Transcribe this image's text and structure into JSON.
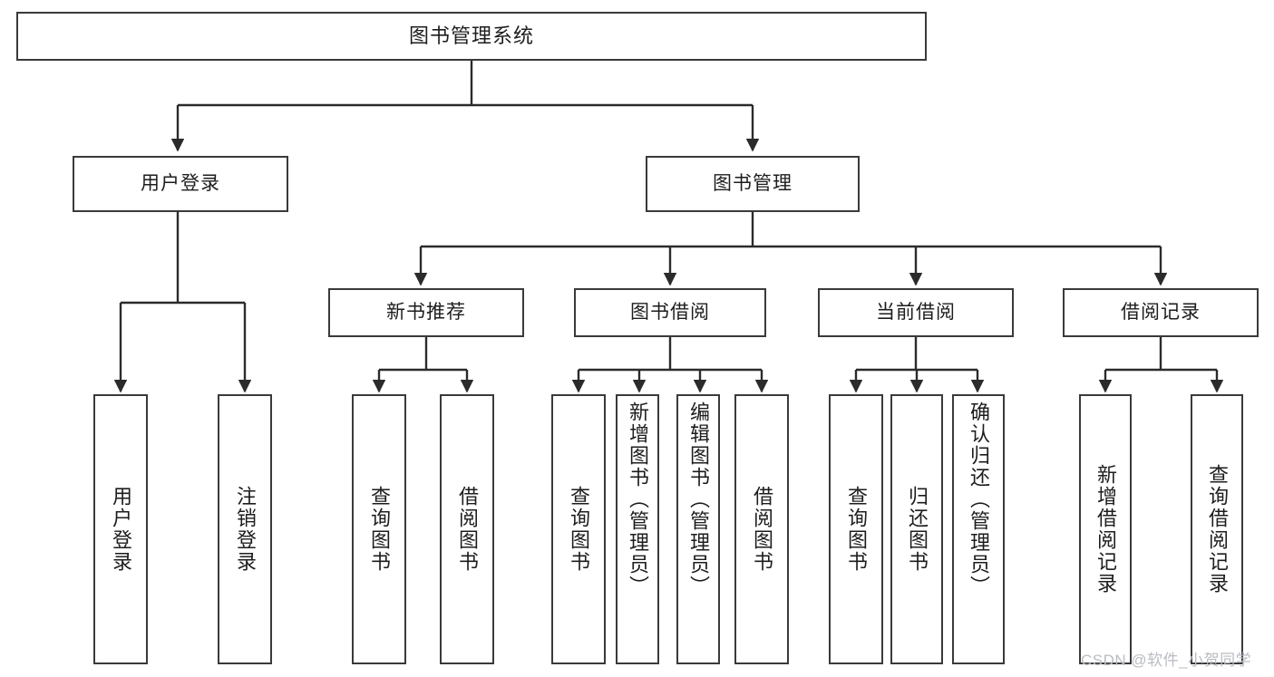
{
  "diagram": {
    "type": "tree",
    "title": "图书管理系统",
    "colors": {
      "background": "#ffffff",
      "box_border": "#3a3a3a",
      "box_fill": "#ffffff",
      "text": "#1d1d1d",
      "edge": "#2b2b2b",
      "watermark": "#b9bcc2"
    },
    "nodes": {
      "root": {
        "label": "图书管理系统"
      },
      "level2": [
        {
          "id": "user-login",
          "label": "用户登录"
        },
        {
          "id": "book-manage",
          "label": "图书管理"
        }
      ],
      "level3": [
        {
          "id": "new-book-recommend",
          "label": "新书推荐"
        },
        {
          "id": "book-borrow",
          "label": "图书借阅"
        },
        {
          "id": "current-borrow",
          "label": "当前借阅"
        },
        {
          "id": "borrow-record",
          "label": "借阅记录"
        }
      ],
      "leaves": {
        "user-login": [
          {
            "id": "leaf-user-login",
            "label": "用户登录"
          },
          {
            "id": "leaf-logout-login",
            "label": "注销登录"
          }
        ],
        "new-book-recommend": [
          {
            "id": "leaf-query-book-1",
            "label": "查询图书"
          },
          {
            "id": "leaf-borrow-book-1",
            "label": "借阅图书"
          }
        ],
        "book-borrow": [
          {
            "id": "leaf-query-book-2",
            "label": "查询图书"
          },
          {
            "id": "leaf-add-book",
            "label": "新增图书（管理员）"
          },
          {
            "id": "leaf-edit-book",
            "label": "编辑图书（管理员）"
          },
          {
            "id": "leaf-borrow-book-2",
            "label": "借阅图书"
          }
        ],
        "current-borrow": [
          {
            "id": "leaf-query-book-3",
            "label": "查询图书"
          },
          {
            "id": "leaf-return-book",
            "label": "归还图书"
          },
          {
            "id": "leaf-confirm-return",
            "label": "确认归还（管理员）"
          }
        ],
        "borrow-record": [
          {
            "id": "leaf-add-record",
            "label": "新增借阅记录"
          },
          {
            "id": "leaf-query-record",
            "label": "查询借阅记录"
          }
        ]
      }
    },
    "watermark": "CSDN @软件_小贺同学"
  }
}
